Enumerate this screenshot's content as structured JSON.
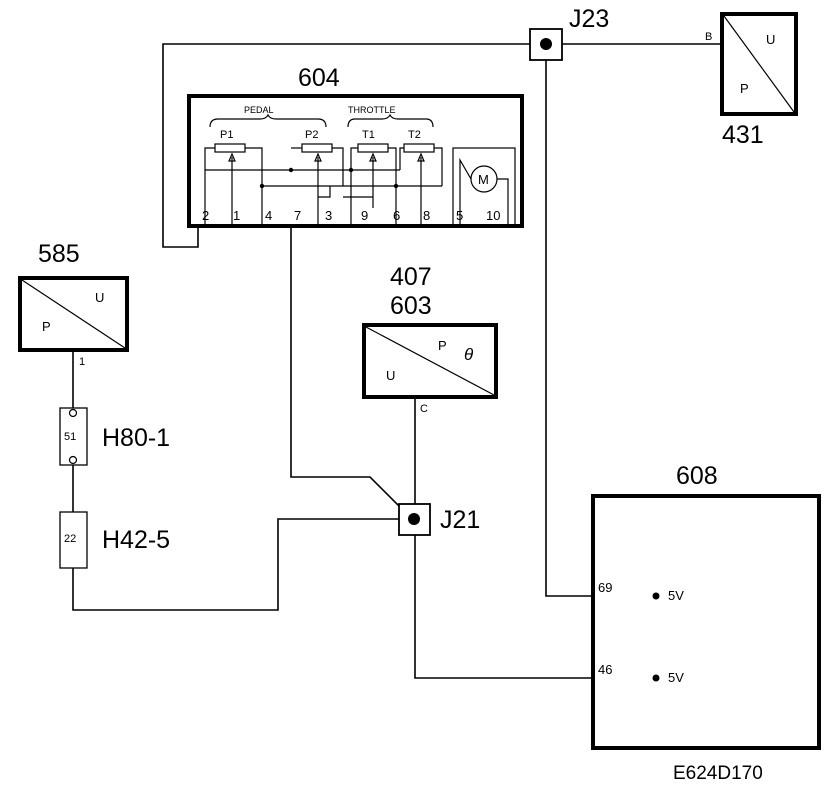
{
  "components": {
    "c604": {
      "number": "604",
      "group_pedal": "PEDAL",
      "group_throttle": "THROTTLE",
      "pot_labels": [
        "P1",
        "P2",
        "T1",
        "T2"
      ],
      "motor": "M",
      "pins": [
        "2",
        "1",
        "4",
        "7",
        "3",
        "9",
        "6",
        "8",
        "5",
        "10"
      ]
    },
    "c431": {
      "number": "431",
      "u": "U",
      "p": "P",
      "pin": "B"
    },
    "c585": {
      "number": "585",
      "u": "U",
      "p": "P",
      "pin": "1"
    },
    "c407": {
      "number1": "407",
      "number2": "603",
      "u": "U",
      "p": "P",
      "theta": "θ",
      "pin": "C"
    },
    "c608": {
      "number": "608",
      "pin69": "69",
      "pin46": "46",
      "volt1": "5V",
      "volt2": "5V"
    }
  },
  "junctions": {
    "j23": "J23",
    "j21": "J21"
  },
  "connectors": {
    "h80": {
      "label": "H80-1",
      "pin": "51"
    },
    "h42": {
      "label": "H42-5",
      "pin": "22"
    }
  },
  "reference": "E624D170"
}
